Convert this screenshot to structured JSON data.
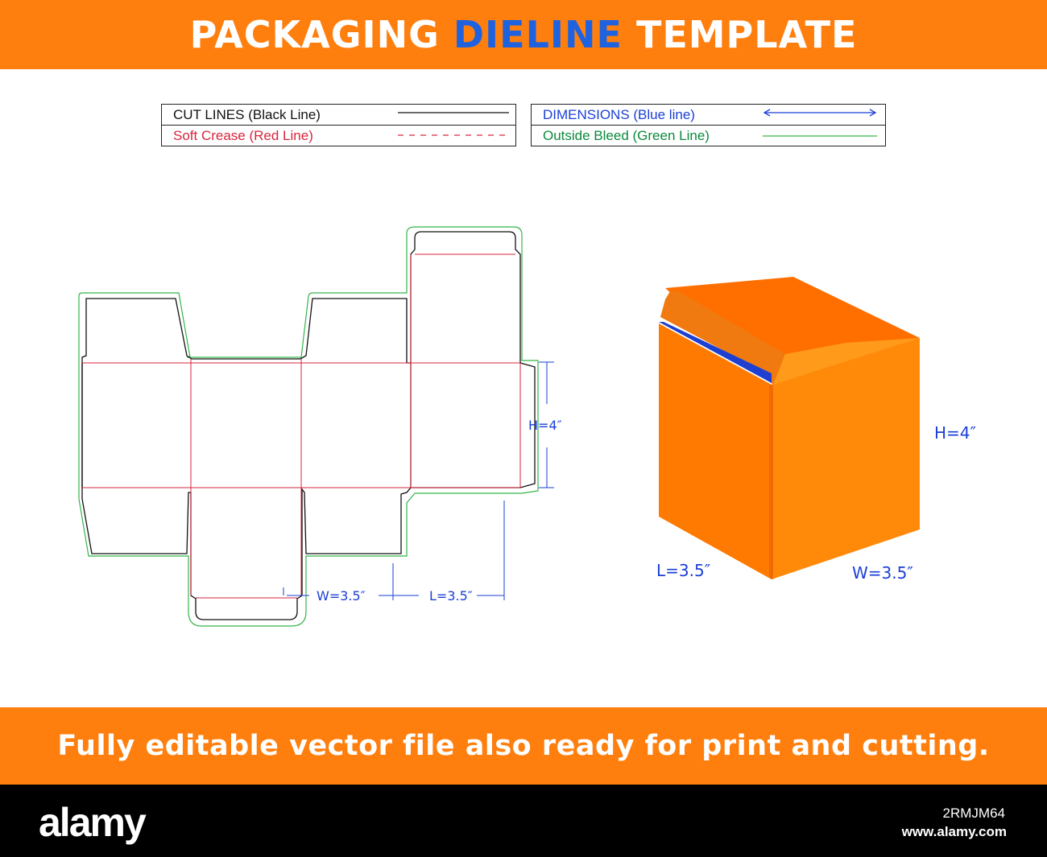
{
  "header": {
    "title_part1": "PACKAGING",
    "title_part2": "DIELINE",
    "title_part3": "TEMPLATE"
  },
  "legend": {
    "cut_lines": "CUT LINES (Black Line)",
    "soft_crease": "Soft Crease (Red Line)",
    "dimensions": "DIMENSIONS (Blue line)",
    "outside_bleed": "Outside Bleed (Green Line)"
  },
  "dieline": {
    "height_label": "H=4″",
    "width_label": "W=3.5″",
    "length_label": "L=3.5″"
  },
  "box": {
    "height_label": "H=4″",
    "length_label": "L=3.5″",
    "width_label": "W=3.5″"
  },
  "colors": {
    "banner": "#ff7f0e",
    "accent_blue": "#1e62e0",
    "cut_line": "#111111",
    "crease_line": "#d7263d",
    "dimension_line": "#1a3fd6",
    "bleed_line": "#35b44a",
    "box_front": "#ff7a00",
    "box_side": "#ff8a0a",
    "box_top": "#ff6f00"
  },
  "footer_banner": {
    "text": "Fully editable vector file also ready for print and cutting."
  },
  "stock": {
    "logo": "alamy",
    "image_id": "2RMJM64",
    "url": "www.alamy.com"
  }
}
